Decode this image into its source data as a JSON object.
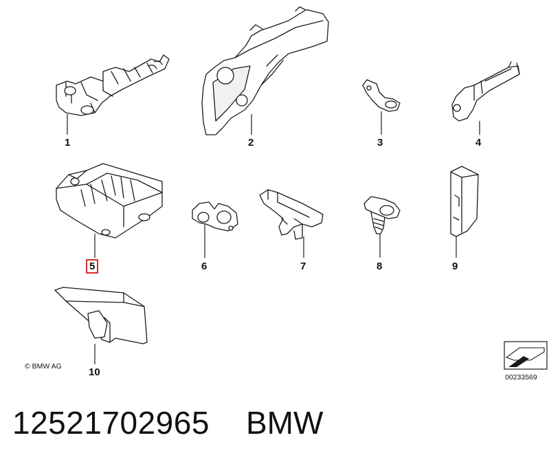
{
  "callouts": {
    "c1": "1",
    "c2": "2",
    "c3": "3",
    "c4": "4",
    "c5": "5",
    "c6": "6",
    "c7": "7",
    "c8": "8",
    "c9": "9",
    "c10": "10"
  },
  "highlighted_callout": "5",
  "highlight_color": "#d62b2b",
  "copyright": "© BMW AG",
  "diagram_id": "00233569",
  "footer": {
    "part_number": "12521702965",
    "brand": "BMW"
  },
  "icons": {
    "orientation": "arrow-box-icon"
  }
}
